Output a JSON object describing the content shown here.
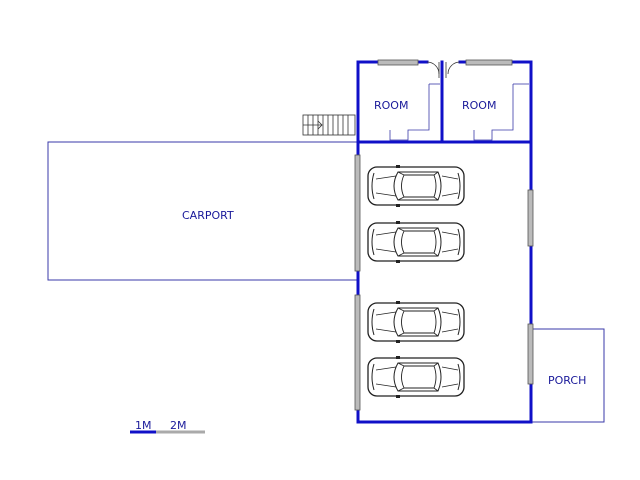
{
  "rooms": {
    "carport": "CARPORT",
    "room_left": "ROOM",
    "room_right": "ROOM",
    "porch": "PORCH"
  },
  "scale_bar": {
    "label_1": "1M",
    "label_2": "2M"
  },
  "colors": {
    "wall": "#1010c8",
    "line": "#3a3aa8",
    "text": "#1a1a9a",
    "car_stroke": "#222222",
    "window": "#888888",
    "scale_grey": "#aaaaaa"
  },
  "car_count": 4
}
